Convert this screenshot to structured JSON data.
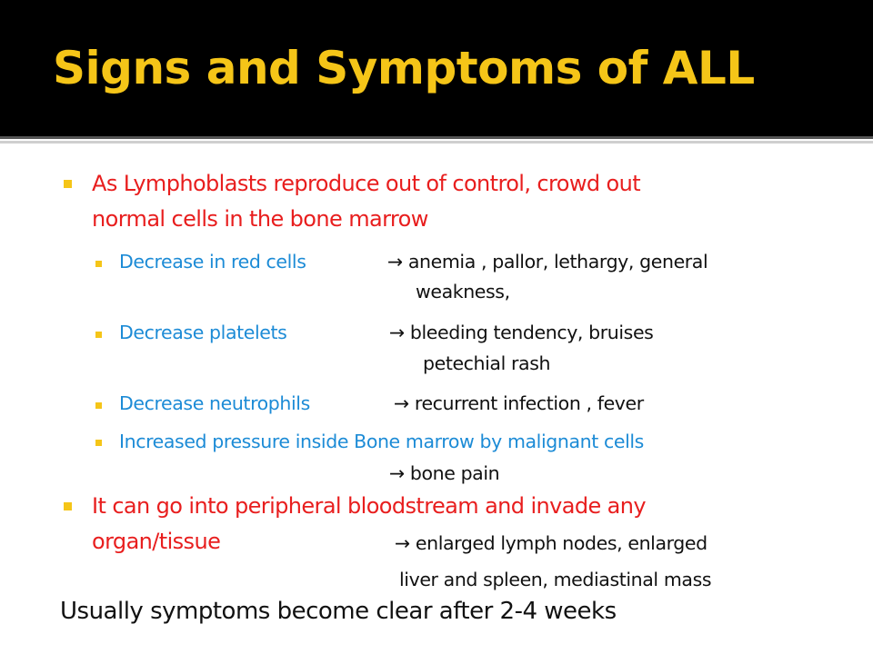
{
  "slide": {
    "title": "Signs and Symptoms of ALL",
    "bullet1": {
      "line1": "As Lymphoblasts reproduce out of control, crowd out",
      "line2": "normal cells in the bone marrow",
      "subs": [
        {
          "cause": "Decrease in red cells",
          "effect": "→ anemia , pallor, lethargy, general",
          "effect_cont": "weakness,"
        },
        {
          "cause": "Decrease platelets",
          "effect": "→ bleeding tendency, bruises",
          "effect_cont": "petechial rash"
        },
        {
          "cause": "Decrease neutrophils",
          "effect": "→ recurrent infection , fever"
        },
        {
          "cause": "Increased pressure inside Bone marrow by malignant cells",
          "effect": "→ bone pain"
        }
      ]
    },
    "bullet2": {
      "line1": "It can go into peripheral bloodstream and invade any",
      "line2": "organ/tissue",
      "effect": "→ enlarged lymph nodes, enlarged",
      "effect_cont": "liver and  spleen, mediastinal mass"
    },
    "footer": "Usually symptoms become clear after 2-4 weeks"
  },
  "colors": {
    "title": "#f5c518",
    "header_bg": "#000000",
    "bullet_square": "#f5c518",
    "primary_text": "#e81e1e",
    "secondary_text": "#1c8bd6",
    "body_text": "#111111"
  }
}
